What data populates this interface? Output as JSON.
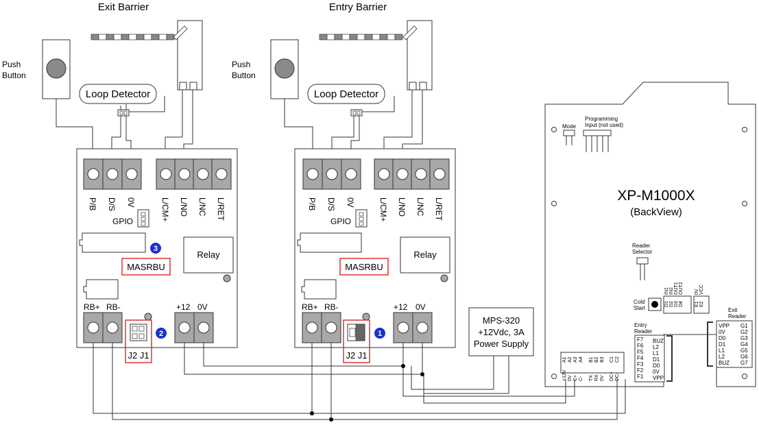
{
  "barriers": {
    "exit_title": "Exit Barrier",
    "entry_title": "Entry Barrier"
  },
  "push_button_line1": "Push",
  "push_button_line2": "Button",
  "loop_detector": "Loop Detector",
  "board": {
    "terminals_top": [
      "P/B",
      "D/S",
      "0V",
      "L/CM+",
      "L/NO",
      "L/NC",
      "L/RET"
    ],
    "gpio": "GPIO",
    "relay": "Relay",
    "model": "MASRBU",
    "rb_plus": "RB+",
    "rb_minus": "RB-",
    "plus12": "+12",
    "zero_v": "0V",
    "jumpers": "J2 J1"
  },
  "callouts": [
    "3",
    "2",
    "1"
  ],
  "power_supply": {
    "line1": "MPS-320",
    "line2": "+12Vdc, 3A",
    "line3": "Power Supply"
  },
  "controller": {
    "title": "XP-M1000X",
    "subtitle": "(BackView)",
    "mode": "Mode",
    "programming_line1": "Programming",
    "programming_line2": "Input (not used)",
    "reader_selector_line1": "Reader",
    "reader_selector_line2": "Selector",
    "cold_start_line1": "Cold",
    "cold_start_line2": "Start",
    "entry_reader_line1": "Entry",
    "entry_reader_line2": "Reader",
    "exit_reader_line1": "Exit",
    "exit_reader_line2": "Reader",
    "entry_pins_left": [
      "F7",
      "F6",
      "F5",
      "F4",
      "F3",
      "F2",
      "F1"
    ],
    "entry_pins_right": [
      "BUZ",
      "L2",
      "L1",
      "D1",
      "D0",
      "0V",
      "VPP"
    ],
    "exit_pins_left": [
      "VPP",
      "0V",
      "D0",
      "D1",
      "L1",
      "L2",
      "BUZ"
    ],
    "exit_pins_right": [
      "G1",
      "G2",
      "G3",
      "G4",
      "G5",
      "G6",
      "G7"
    ],
    "io_group_d": [
      "IN1",
      "IN2",
      "OUT1",
      "OUT2"
    ],
    "io_group_d_codes": [
      "D1",
      "D2",
      "D3",
      "D4"
    ],
    "io_group_e": [
      "0V",
      "VCC"
    ],
    "io_group_e_codes": [
      "E1",
      "E2"
    ],
    "bottom_a": [
      "+12V",
      "0V",
      "C+",
      "C-"
    ],
    "bottom_a_codes": [
      "A1",
      "A2",
      "A3",
      "A4"
    ],
    "bottom_b": [
      "TX",
      "RX",
      "0V"
    ],
    "bottom_b_codes": [
      "B1",
      "B2",
      "B3"
    ],
    "bottom_c": [
      "DC+",
      "DC-"
    ],
    "bottom_c_codes": [
      "C1",
      "C2"
    ]
  }
}
